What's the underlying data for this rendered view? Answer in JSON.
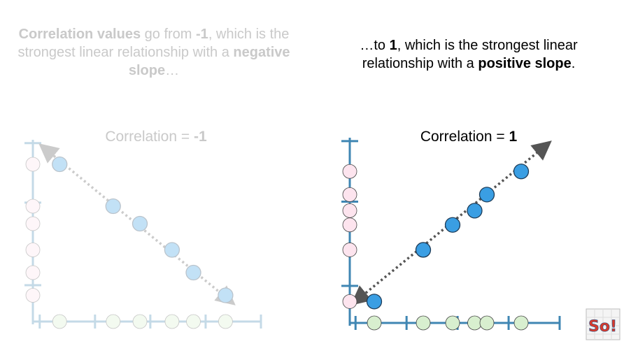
{
  "left_caption": {
    "part1_bold": "Correlation values",
    "part2": " go from ",
    "part3_bold": "-1",
    "part4": ", which is the strongest linear relationship with a ",
    "part5_bold": "negative slope",
    "part6": "…"
  },
  "right_caption": {
    "part1": "…to ",
    "part2_bold": "1",
    "part3": ", which is the strongest linear relationship with a ",
    "part4_bold": "positive slope",
    "part5": "."
  },
  "left_plot": {
    "title_prefix": "Correlation = ",
    "title_value": "-1",
    "faded": true
  },
  "right_plot": {
    "title_prefix": "Correlation = ",
    "title_value": "1",
    "faded": false
  },
  "colors": {
    "axis": "#3f86b3",
    "point_fill": "#3a9ee3",
    "point_stroke": "#1d3b57",
    "x_marker_fill": "#d8efcf",
    "y_marker_fill": "#fde4ee",
    "trend_line": "#555555"
  },
  "chart_data": [
    {
      "type": "scatter",
      "title": "Correlation = -1",
      "points": [
        [
          1,
          9
        ],
        [
          3,
          6.6
        ],
        [
          4,
          5.6
        ],
        [
          5.2,
          4.1
        ],
        [
          6,
          2.8
        ],
        [
          7.2,
          1.5
        ]
      ]
    },
    {
      "type": "scatter",
      "title": "Correlation = 1",
      "points": [
        [
          1,
          1.2
        ],
        [
          3,
          4.1
        ],
        [
          4.2,
          5.5
        ],
        [
          5.1,
          6.3
        ],
        [
          5.6,
          7.2
        ],
        [
          7,
          8.5
        ]
      ]
    }
  ],
  "logo": {
    "text": "So!"
  }
}
